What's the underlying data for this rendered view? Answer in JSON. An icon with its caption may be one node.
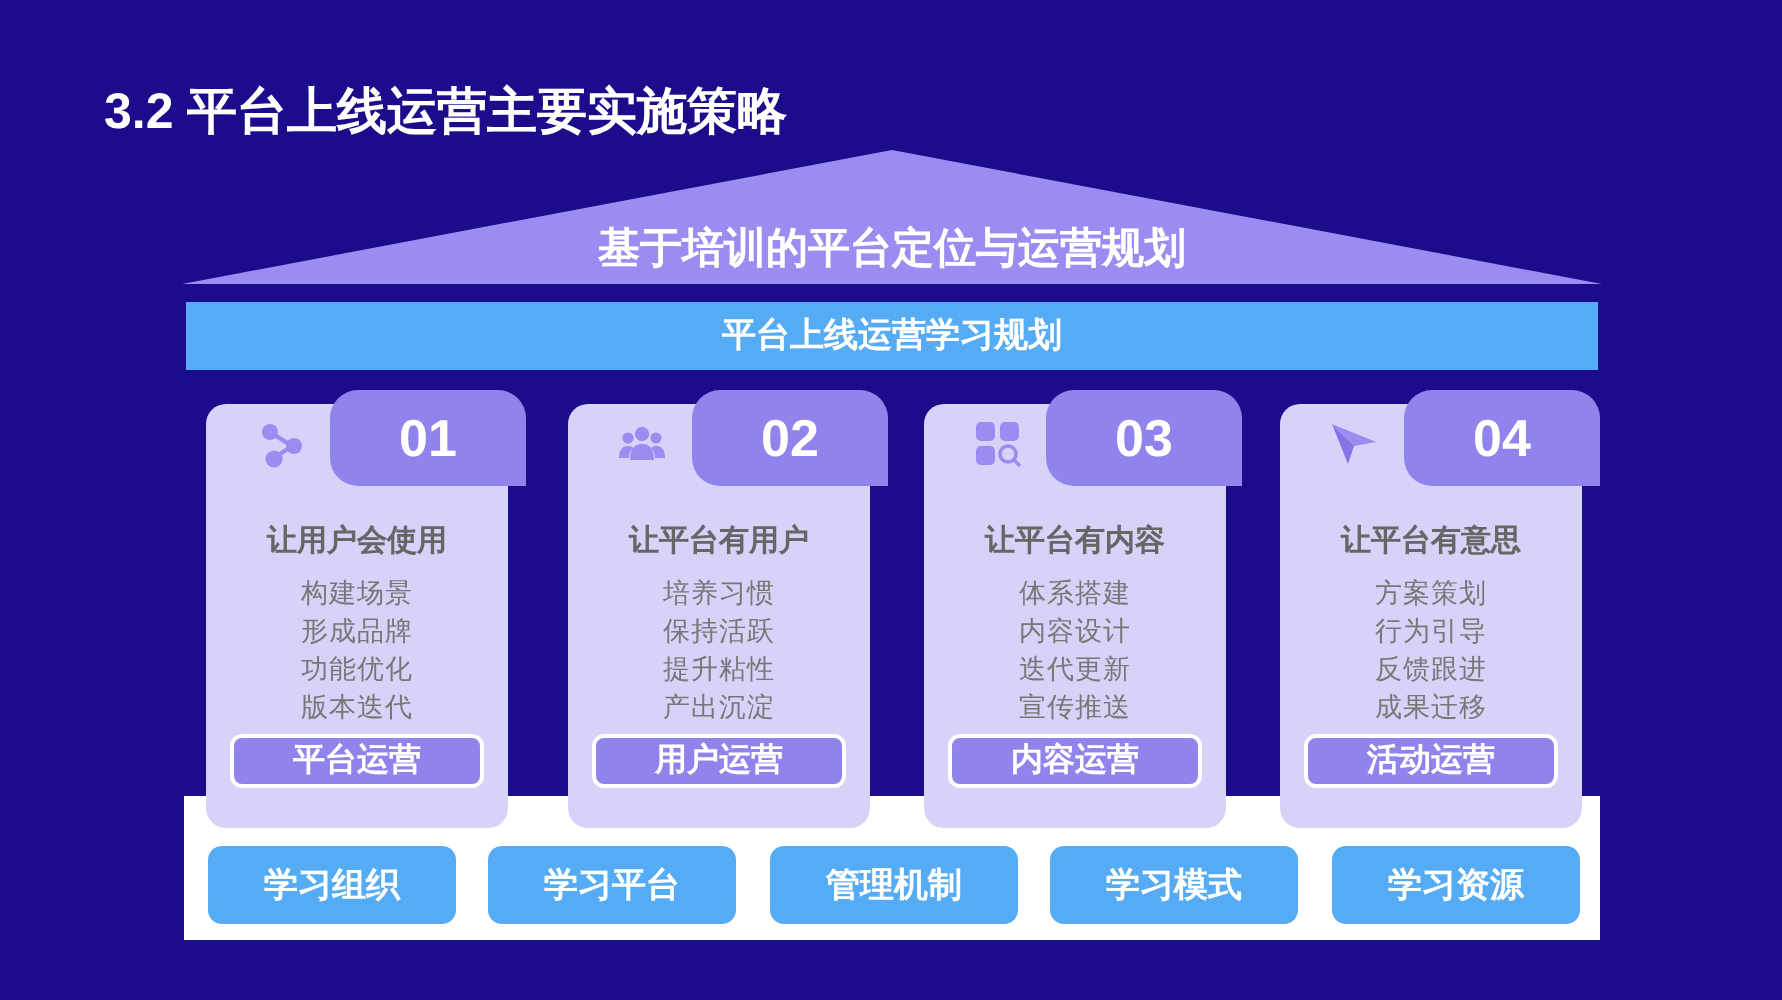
{
  "diagram": {
    "title": "3.2 平台上线运营主要实施策略",
    "nodes": [
      {
        "text": [
          "基于培训的平台定位与运营规划"
        ]
      },
      {
        "text": [
          "平台上线运营学习规划"
        ]
      },
      {
        "text": [
          "01"
        ]
      },
      {
        "text": [
          "让用户会使用",
          "构建场景",
          "形成品牌",
          "功能优化",
          "版本迭代"
        ]
      },
      {
        "text": [
          "平台运营"
        ],
        "in": 3
      },
      {
        "text": [
          "02"
        ]
      },
      {
        "text": [
          "让平台有用户",
          "培养习惯",
          "保持活跃",
          "提升粘性",
          "产出沉淀"
        ]
      },
      {
        "text": [
          "用户运营"
        ],
        "in": 6
      },
      {
        "text": [
          "03"
        ]
      },
      {
        "text": [
          "让平台有内容",
          "体系搭建",
          "内容设计",
          "迭代更新",
          "宣传推送"
        ]
      },
      {
        "text": [
          "内容运营"
        ],
        "in": 9
      },
      {
        "text": [
          "04"
        ]
      },
      {
        "text": [
          "让平台有意思",
          "方案策划",
          "行为引导",
          "反馈跟进",
          "成果迁移"
        ]
      },
      {
        "text": [
          "活动运营"
        ],
        "in": 12
      },
      {
        "text": [],
        "shape": "box"
      },
      {
        "text": [
          "学习组织"
        ],
        "in": 14
      },
      {
        "text": [
          "学习平台"
        ],
        "in": 14
      },
      {
        "text": [
          "管理机制"
        ],
        "in": 14
      },
      {
        "text": [
          "学习模式"
        ],
        "in": 14
      },
      {
        "text": [
          "学习资源"
        ],
        "in": 14
      }
    ]
  }
}
